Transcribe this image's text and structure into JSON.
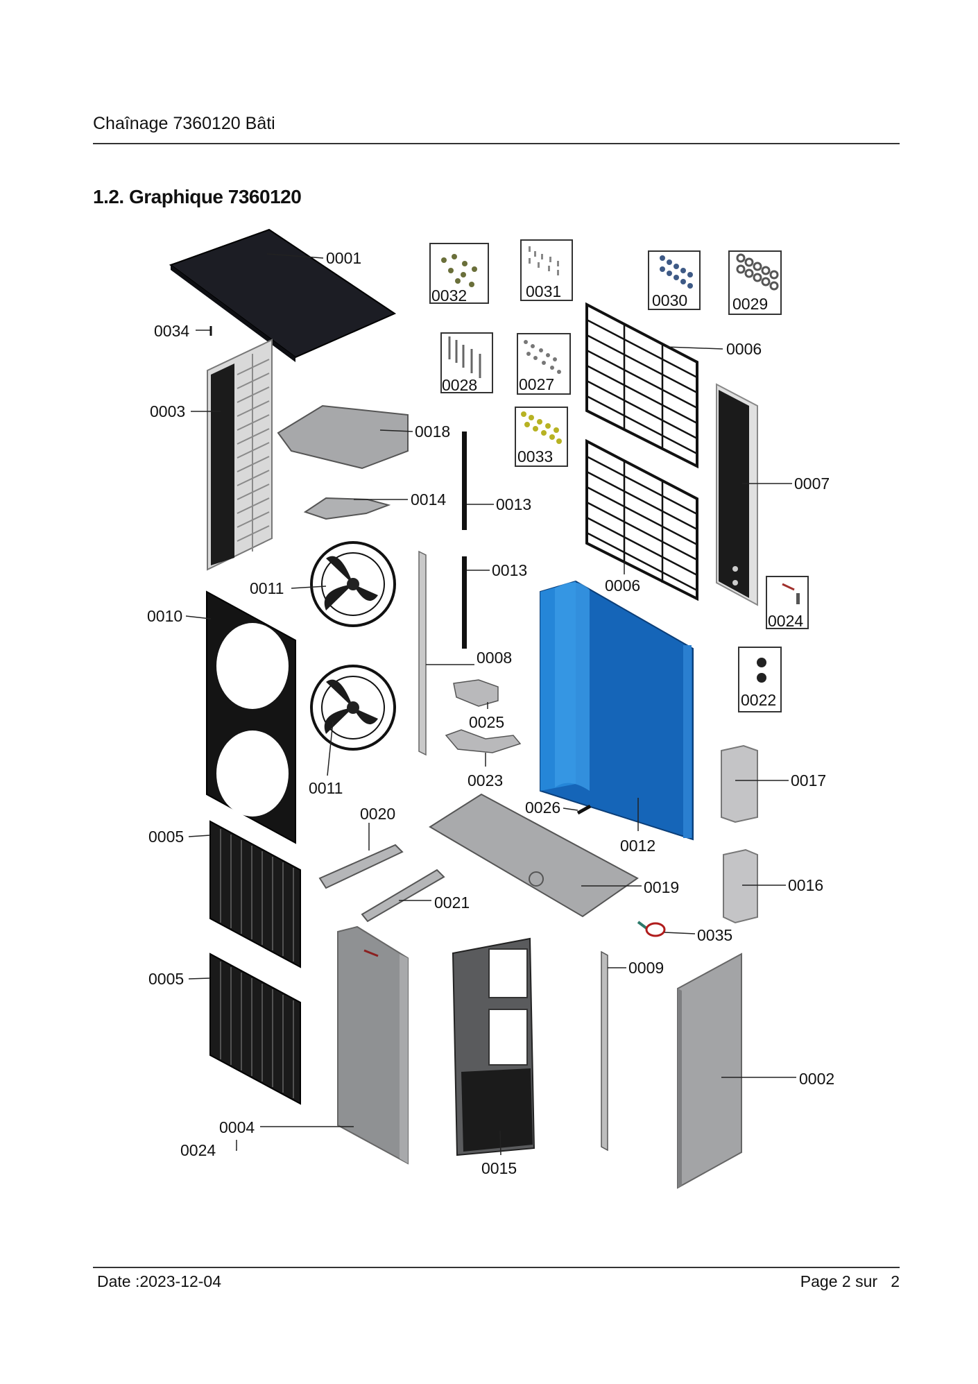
{
  "header": {
    "title": "Chaînage 7360120 Bâti"
  },
  "section": {
    "title": "1.2. Graphique 7360120"
  },
  "footer": {
    "date": "Date :2023-12-04",
    "page": "Page 2 sur   2"
  },
  "colors": {
    "coil_blue": "#1a6fc4",
    "panel_grey": "#9a9b9d",
    "dark_part": "#1c1d22",
    "cable_red": "#b01c1c"
  },
  "parts": {
    "p0001": "0001",
    "p0002": "0002",
    "p0003": "0003",
    "p0004": "0004",
    "p0005a": "0005",
    "p0005b": "0005",
    "p0006a": "0006",
    "p0006b": "0006",
    "p0007": "0007",
    "p0008": "0008",
    "p0009": "0009",
    "p0010": "0010",
    "p0011a": "0011",
    "p0011b": "0011",
    "p0012": "0012",
    "p0013a": "0013",
    "p0013b": "0013",
    "p0014": "0014",
    "p0015": "0015",
    "p0016": "0016",
    "p0017": "0017",
    "p0018": "0018",
    "p0019": "0019",
    "p0020": "0020",
    "p0021": "0021",
    "p0022": "0022",
    "p0023": "0023",
    "p0024a": "0024",
    "p0024b": "0024",
    "p0025": "0025",
    "p0026": "0026",
    "p0027": "0027",
    "p0028": "0028",
    "p0029": "0029",
    "p0030": "0030",
    "p0031": "0031",
    "p0032": "0032",
    "p0033": "0033",
    "p0034": "0034",
    "p0035": "0035"
  }
}
